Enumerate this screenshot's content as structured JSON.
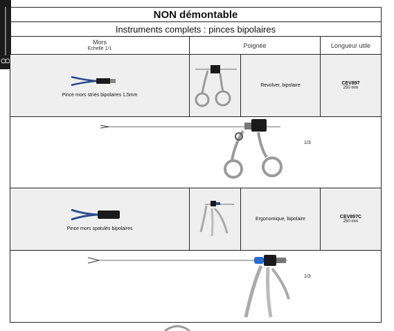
{
  "table": {
    "title": "NON démontable",
    "subtitle": "Instruments complets : pinces bipolaires",
    "headers": {
      "mors": "Mors",
      "mors_sub": "Echelle 1/1",
      "poignee": "Poignée",
      "longueur": "Longueur utile"
    },
    "products": [
      {
        "jaw_caption": "Pince mors striés bipolaires 1,5mm",
        "handle": "Revolver, bipolaire",
        "code": "CEV897",
        "length": "250 mm",
        "scale": "1/3"
      },
      {
        "jaw_caption": "Pince mors spatulés bipolaires",
        "handle": "Ergonomique, bipolaire",
        "code": "CEV897C",
        "length": "250 mm",
        "scale": "1/3"
      }
    ]
  },
  "colors": {
    "blue_insulation": "#2a4c8c",
    "steel": "#9a9a9a",
    "black_part": "#1a1a1a",
    "row_bg": "#efefef"
  }
}
